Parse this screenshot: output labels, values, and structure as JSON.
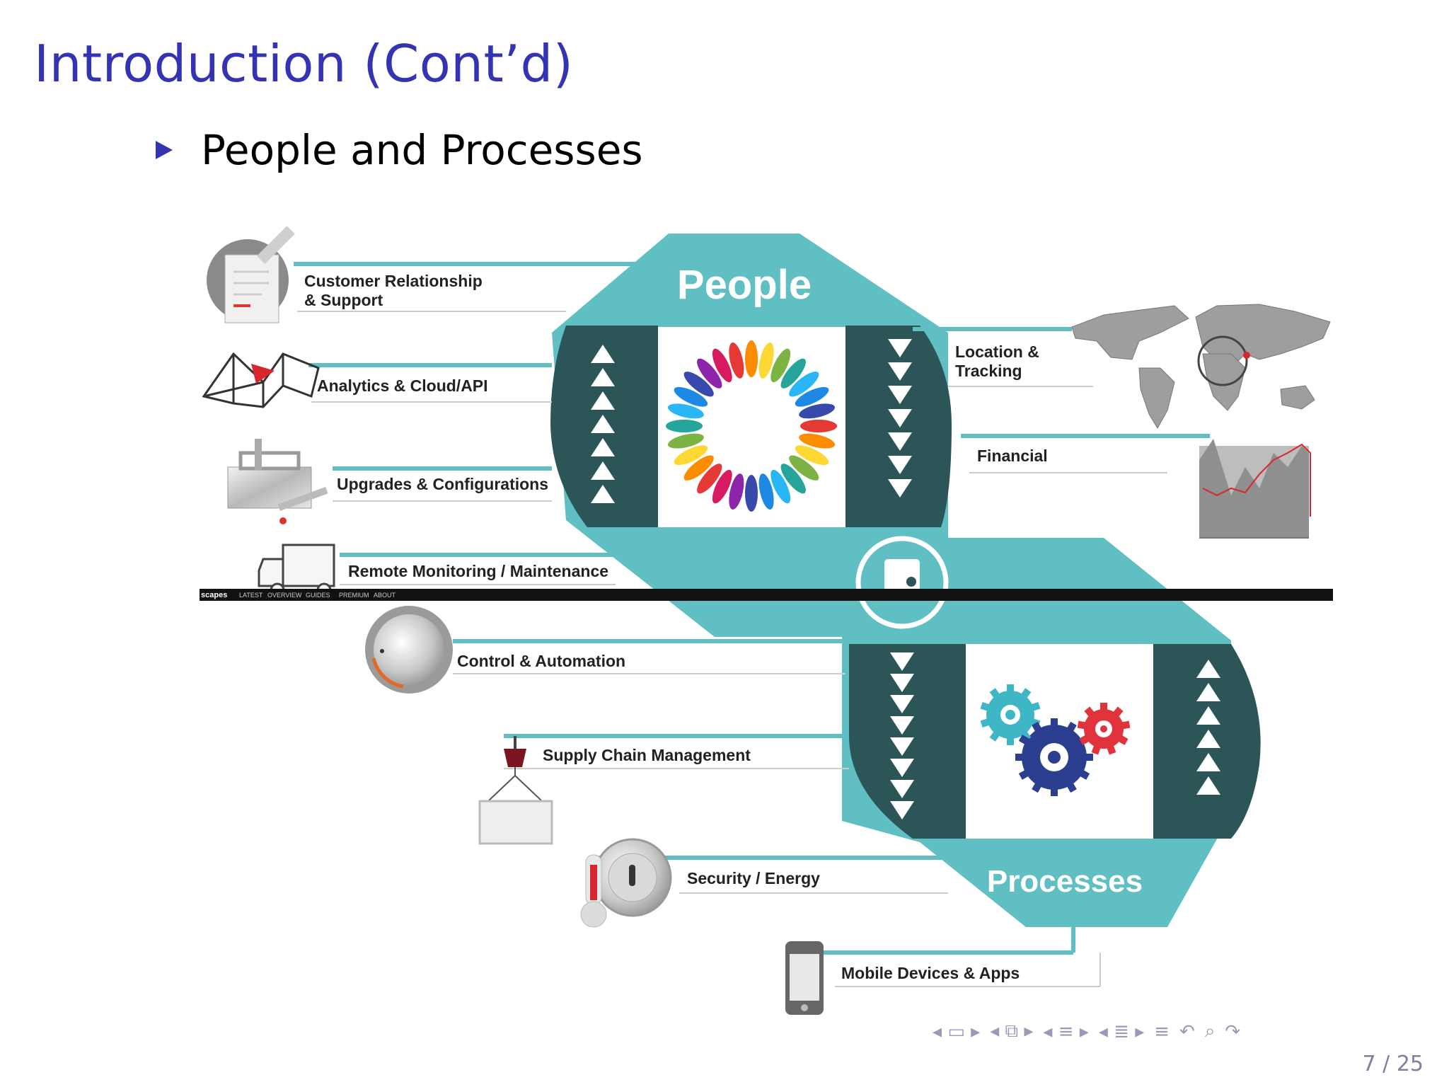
{
  "slide": {
    "title": "Introduction (Cont’d)",
    "bullet": "People and Processes",
    "page": {
      "current": "7",
      "total": "25",
      "text": "7 / 25"
    }
  },
  "diagram": {
    "top_band": "People",
    "bottom_band": "Processes",
    "labels": {
      "crm_line1": "Customer Relationship",
      "crm_line2": "& Support",
      "analytics": "Analytics & Cloud/API",
      "upgrades": "Upgrades & Configurations",
      "remote": "Remote Monitoring / Maintenance",
      "control": "Control & Automation",
      "supply": "Supply Chain Management",
      "security": "Security / Energy",
      "mobile": "Mobile Devices & Apps",
      "location_line1": "Location &",
      "location_line2": "Tracking",
      "financial": "Financial"
    },
    "overlay_strip": {
      "brand": "scapes",
      "items": [
        "LATEST",
        "OVERVIEW",
        "GUIDES",
        "PREMIUM",
        "ABOUT"
      ]
    },
    "colors": {
      "teal": "#5fbfc3",
      "dark_teal": "#2c5558",
      "title_blue": "#3333b3"
    }
  },
  "navigation": {
    "icons": [
      "nav-frame-icon",
      "nav-slide-icon",
      "nav-section-icon",
      "nav-subsection-icon",
      "nav-toc-icon",
      "undo-icon",
      "search-icon",
      "redo-icon"
    ]
  }
}
